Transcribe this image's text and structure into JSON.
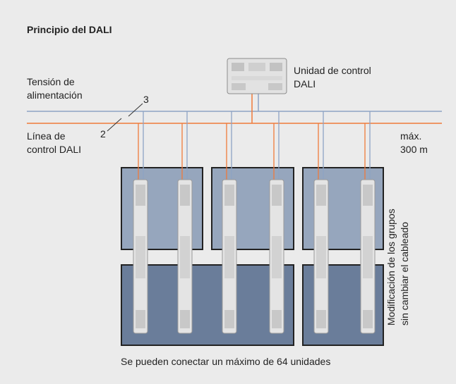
{
  "title": "Principio del DALI",
  "labels": {
    "supply_line1": "Tensión de",
    "supply_line2": "alimentación",
    "control_line1": "Línea de",
    "control_line2": "control DALI",
    "unit_line1": "Unidad de control",
    "unit_line2": "DALI",
    "wire_count_3": "3",
    "wire_count_2": "2",
    "distance_line1": "máx.",
    "distance_line2": "300 m",
    "groups_line1": "Modificación de los grupos",
    "groups_line2": "sin cambiar el cableado",
    "footer": "Se pueden conectar un máximo de 64 unidades"
  },
  "colors": {
    "supply_line": "#8ea3c4",
    "control_line": "#f07a3a",
    "group_light": "#96a6bd",
    "group_dark": "#6a7d9a",
    "group_border": "#222222"
  }
}
